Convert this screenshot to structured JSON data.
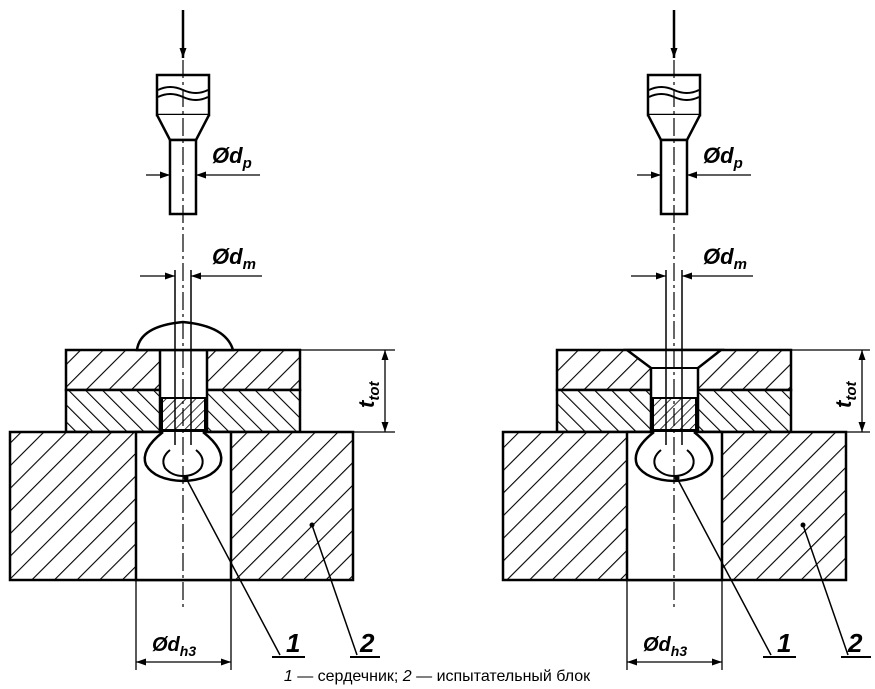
{
  "labels": {
    "dp_symbol": "Ød",
    "dp_sub": "p",
    "dm_symbol": "Ød",
    "dm_sub": "m",
    "dh3_symbol": "Ød",
    "dh3_sub": "h3",
    "ttot_symbol": "t",
    "ttot_sub": "tot",
    "callout_1": "1",
    "callout_2": "2"
  },
  "caption": {
    "n1": "1",
    "t1": " — сердечник; ",
    "n2": "2",
    "t2": " — испытательный блок"
  }
}
